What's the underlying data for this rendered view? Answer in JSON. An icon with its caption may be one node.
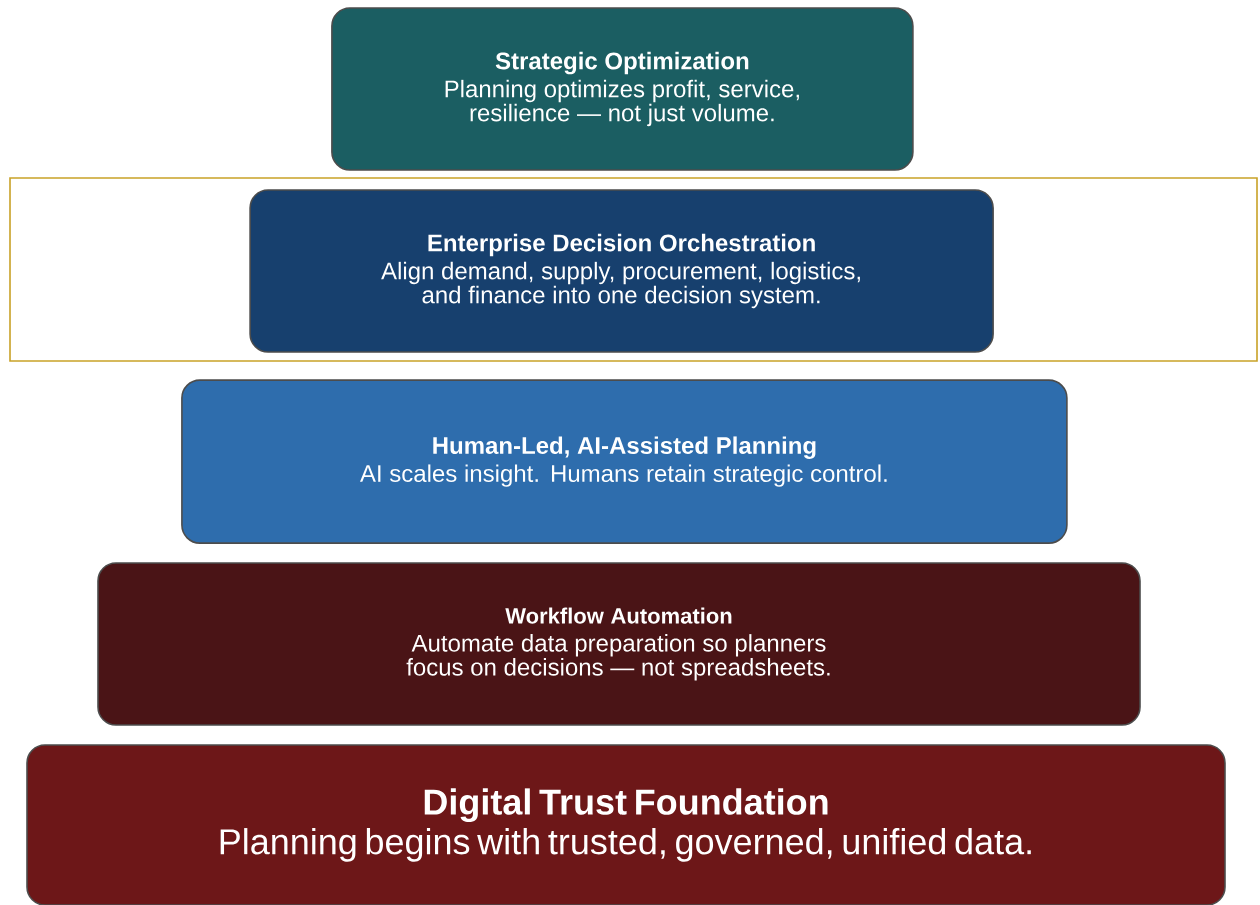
{
  "diagram": {
    "nodes": [
      {
        "text": [
          "Strategic Optimization",
          "Planning optimizes profit, service, resilience — not just volume."
        ]
      },
      {
        "text": [
          "Enterprise Decision Orchestration",
          "Align demand, supply, procurement, logistics, and finance into one decision system."
        ]
      },
      {
        "text": [
          "Human-Led, AI-Assisted Planning",
          "AI scales insight. Humans retain strategic control."
        ]
      },
      {
        "text": [
          "Workflow Automation",
          "Automate data preparation so planners focus on decisions — not spreadsheets."
        ]
      },
      {
        "text": [
          "Digital Trust Foundation",
          "Planning begins with trusted, governed, unified data."
        ]
      }
    ]
  }
}
